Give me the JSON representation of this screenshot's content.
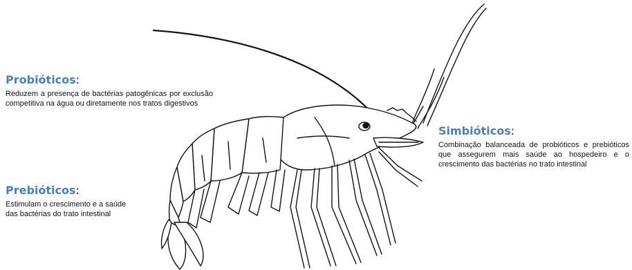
{
  "probioticos": {
    "title": "Probióticos",
    "colon": ":",
    "description": "Reduzem a presença de bactérias patogênicas por exclusão competitiva na água ou diretamente nos tratos digestivos"
  },
  "prebioticos": {
    "title": "Prebióticos",
    "colon": ":",
    "description": "Estimulam o crescimento e a saúde das bactérias do trato intestinal"
  },
  "simbioticos": {
    "title": "Simbióticos",
    "colon": ":",
    "description": "Combinação balanceada de probióticos e prebióticos que assegurem mais saúde ao hospedeiro e o crescimento das bactérias no trato intestinal"
  },
  "colors": {
    "title_blue": "#4a7ebf",
    "line": "#111111"
  },
  "illustration": {
    "icon": "shrimp-illustration"
  }
}
